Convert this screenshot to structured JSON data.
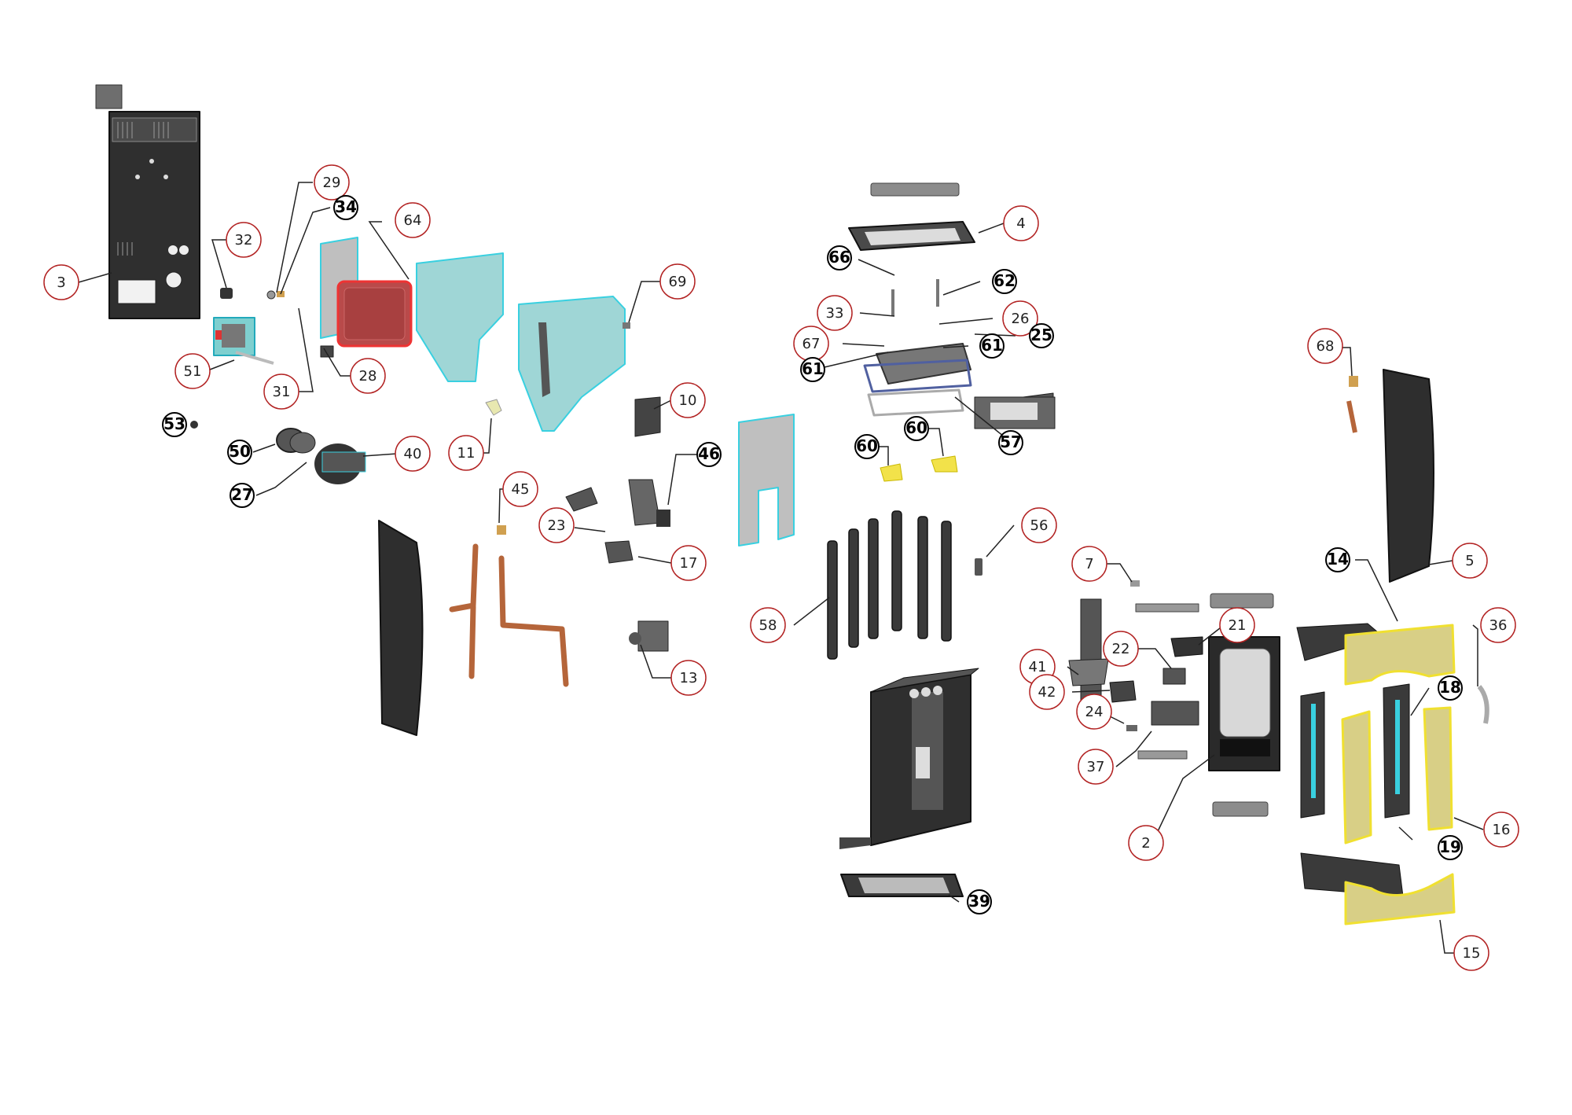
{
  "callouts": [
    {
      "id": "c3",
      "label": "3",
      "style": "red"
    },
    {
      "id": "c32",
      "label": "32",
      "style": "red"
    },
    {
      "id": "c29",
      "label": "29",
      "style": "red"
    },
    {
      "id": "c34",
      "label": "34",
      "style": "bold"
    },
    {
      "id": "c64",
      "label": "64",
      "style": "red"
    },
    {
      "id": "c69",
      "label": "69",
      "style": "red"
    },
    {
      "id": "c51",
      "label": "51",
      "style": "red"
    },
    {
      "id": "c31",
      "label": "31",
      "style": "red"
    },
    {
      "id": "c28",
      "label": "28",
      "style": "red"
    },
    {
      "id": "c53",
      "label": "53",
      "style": "bold"
    },
    {
      "id": "c50",
      "label": "50",
      "style": "bold"
    },
    {
      "id": "c40",
      "label": "40",
      "style": "red"
    },
    {
      "id": "c27",
      "label": "27",
      "style": "bold"
    },
    {
      "id": "c11",
      "label": "11",
      "style": "red"
    },
    {
      "id": "c10",
      "label": "10",
      "style": "red"
    },
    {
      "id": "c45",
      "label": "45",
      "style": "red"
    },
    {
      "id": "c46",
      "label": "46",
      "style": "bold"
    },
    {
      "id": "c23",
      "label": "23",
      "style": "red"
    },
    {
      "id": "c17",
      "label": "17",
      "style": "red"
    },
    {
      "id": "c13",
      "label": "13",
      "style": "red"
    },
    {
      "id": "c4",
      "label": "4",
      "style": "red"
    },
    {
      "id": "c66",
      "label": "66",
      "style": "bold"
    },
    {
      "id": "c62",
      "label": "62",
      "style": "bold"
    },
    {
      "id": "c33",
      "label": "33",
      "style": "red"
    },
    {
      "id": "c26",
      "label": "26",
      "style": "red"
    },
    {
      "id": "c25",
      "label": "25",
      "style": "bold"
    },
    {
      "id": "c67",
      "label": "67",
      "style": "red"
    },
    {
      "id": "c61a",
      "label": "61",
      "style": "bold"
    },
    {
      "id": "c61b",
      "label": "61",
      "style": "bold"
    },
    {
      "id": "c57",
      "label": "57",
      "style": "bold"
    },
    {
      "id": "c60a",
      "label": "60",
      "style": "bold"
    },
    {
      "id": "c60b",
      "label": "60",
      "style": "bold"
    },
    {
      "id": "c56",
      "label": "56",
      "style": "red"
    },
    {
      "id": "c58",
      "label": "58",
      "style": "red"
    },
    {
      "id": "c39",
      "label": "39",
      "style": "bold"
    },
    {
      "id": "c68",
      "label": "68",
      "style": "red"
    },
    {
      "id": "c5",
      "label": "5",
      "style": "red"
    },
    {
      "id": "c14",
      "label": "14",
      "style": "bold"
    },
    {
      "id": "c7",
      "label": "7",
      "style": "red"
    },
    {
      "id": "c21",
      "label": "21",
      "style": "red"
    },
    {
      "id": "c22",
      "label": "22",
      "style": "red"
    },
    {
      "id": "c41",
      "label": "41",
      "style": "red"
    },
    {
      "id": "c42",
      "label": "42",
      "style": "red"
    },
    {
      "id": "c24",
      "label": "24",
      "style": "red"
    },
    {
      "id": "c37",
      "label": "37",
      "style": "red"
    },
    {
      "id": "c2",
      "label": "2",
      "style": "red"
    },
    {
      "id": "c36",
      "label": "36",
      "style": "red"
    },
    {
      "id": "c18",
      "label": "18",
      "style": "bold"
    },
    {
      "id": "c16",
      "label": "16",
      "style": "red"
    },
    {
      "id": "c19",
      "label": "19",
      "style": "bold"
    },
    {
      "id": "c15",
      "label": "15",
      "style": "red"
    }
  ],
  "colors": {
    "callout_red": "#b22222",
    "part_dark": "#3a3a3a",
    "part_mid": "#8c8c8c",
    "part_light": "#c8c8c8",
    "highlight_cyan": "#39d0e0",
    "cyan_fill": "#9fd6d6",
    "red_part": "#b94a4a",
    "copper": "#b5653a",
    "yellow_part": "#d8cf86",
    "yellow_outline": "#f0e030",
    "bracket_yellow": "#f2e24a"
  }
}
